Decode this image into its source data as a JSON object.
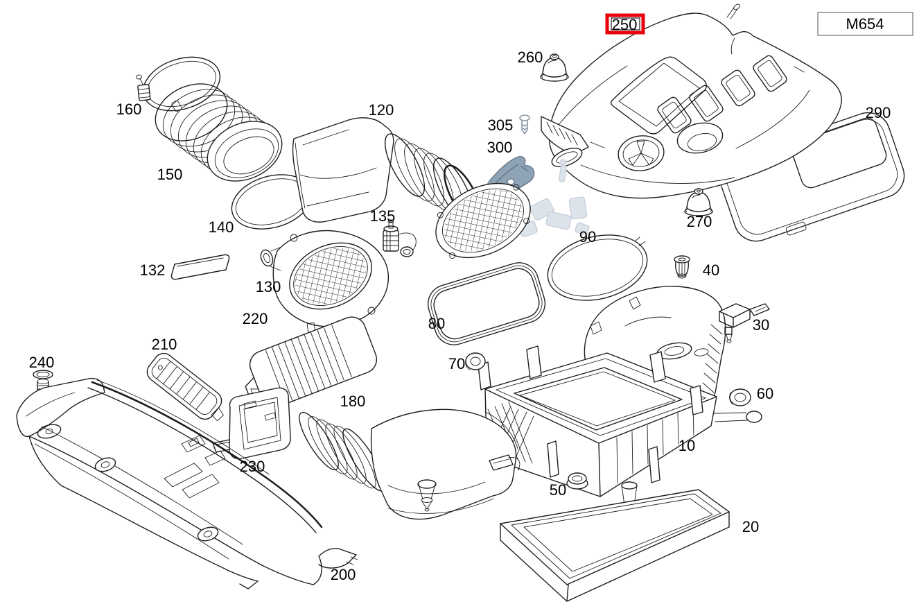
{
  "diagram": {
    "description": "Exploded parts diagram of engine air intake / air filter system with engine cover",
    "badge": {
      "engine_code": "M654"
    },
    "colors": {
      "line": "#1e1e1e",
      "highlight_red": "#e8000d",
      "bracket_fill": "#8ea3b5",
      "ghost_fill": "#dde3ea"
    },
    "highlighted_callout": "250",
    "callouts": [
      {
        "label": "250",
        "part": "engine-cover",
        "highlighted": true
      },
      {
        "label": "260",
        "part": "rubber-mount-grommet"
      },
      {
        "label": "305",
        "part": "screw"
      },
      {
        "label": "300",
        "part": "bracket"
      },
      {
        "label": "270",
        "part": "rubber-mount-grommet"
      },
      {
        "label": "290",
        "part": "engine-cover-rear-panel"
      },
      {
        "label": "160",
        "part": "hose-clamp"
      },
      {
        "label": "150",
        "part": "intake-bellows-hose"
      },
      {
        "label": "140",
        "part": "hose-clamp"
      },
      {
        "label": "132",
        "part": "sealing-strip"
      },
      {
        "label": "130",
        "part": "air-intake-connector-with-screen"
      },
      {
        "label": "120",
        "part": "air-intake-duct-with-screen"
      },
      {
        "label": "135",
        "part": "vent-valve-with-cap"
      },
      {
        "label": "90",
        "part": "oval-seal-ring"
      },
      {
        "label": "80",
        "part": "housing-gasket"
      },
      {
        "label": "70",
        "part": "grommet"
      },
      {
        "label": "60",
        "part": "grommet"
      },
      {
        "label": "50",
        "part": "grommet"
      },
      {
        "label": "40",
        "part": "expansion-clip"
      },
      {
        "label": "30",
        "part": "pressure-sensor"
      },
      {
        "label": "10",
        "part": "air-filter-housing"
      },
      {
        "label": "20",
        "part": "air-filter-element"
      },
      {
        "label": "220",
        "part": "intake-duct-bellows"
      },
      {
        "label": "210",
        "part": "air-inlet-grille"
      },
      {
        "label": "240",
        "part": "expansion-rivet"
      },
      {
        "label": "230",
        "part": "cover-plate"
      },
      {
        "label": "180",
        "part": "air-intake-pipe"
      },
      {
        "label": "200",
        "part": "cowl-air-duct-panel"
      }
    ]
  }
}
